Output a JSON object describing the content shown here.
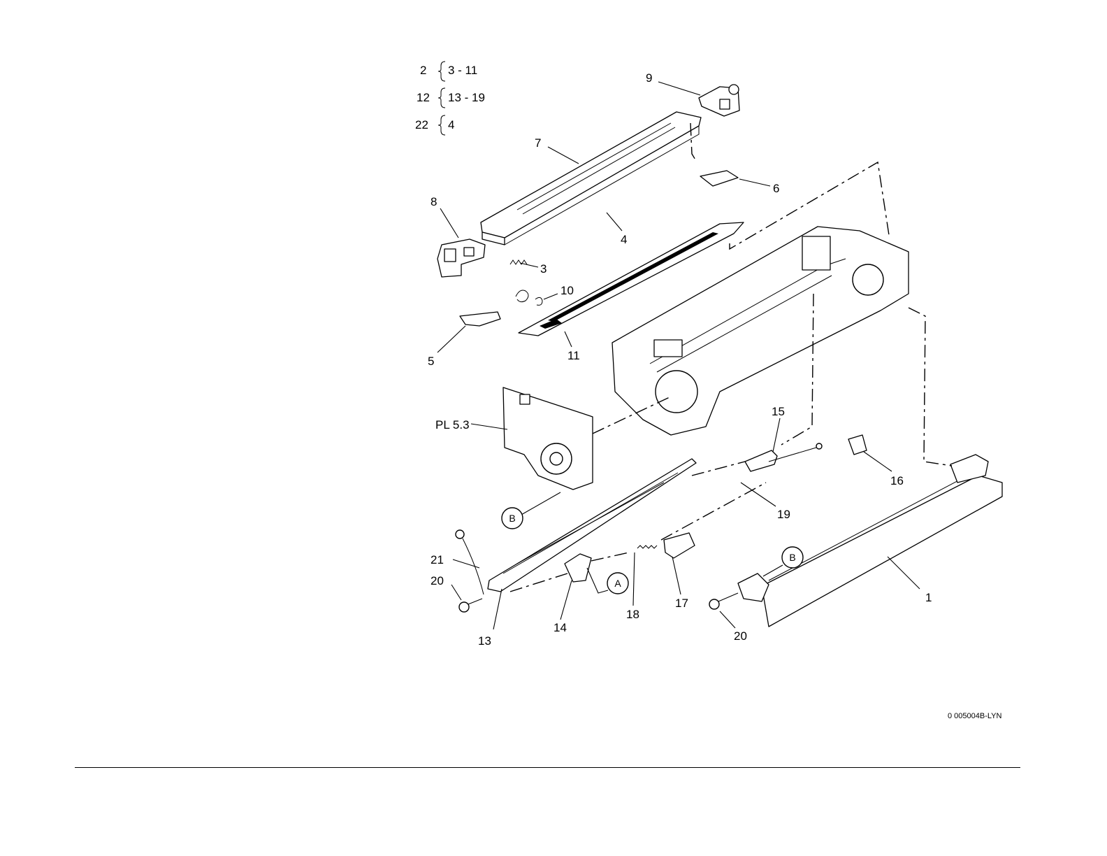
{
  "legend": [
    {
      "parent": "2",
      "children": "3 - 11"
    },
    {
      "parent": "12",
      "children": "13 - 19"
    },
    {
      "parent": "22",
      "children": "4"
    }
  ],
  "callouts": {
    "c1": "1",
    "c3": "3",
    "c4": "4",
    "c5": "5",
    "c6": "6",
    "c7": "7",
    "c8": "8",
    "c9": "9",
    "c10": "10",
    "c11": "11",
    "c13": "13",
    "c14": "14",
    "c15": "15",
    "c16": "16",
    "c17": "17",
    "c18": "18",
    "c19": "19",
    "c20a": "20",
    "c20b": "20",
    "c21": "21",
    "pl": "PL 5.3"
  },
  "markers": {
    "a": "A",
    "b1": "B",
    "b2": "B"
  },
  "drawing_id": "0 005004B-LYN"
}
